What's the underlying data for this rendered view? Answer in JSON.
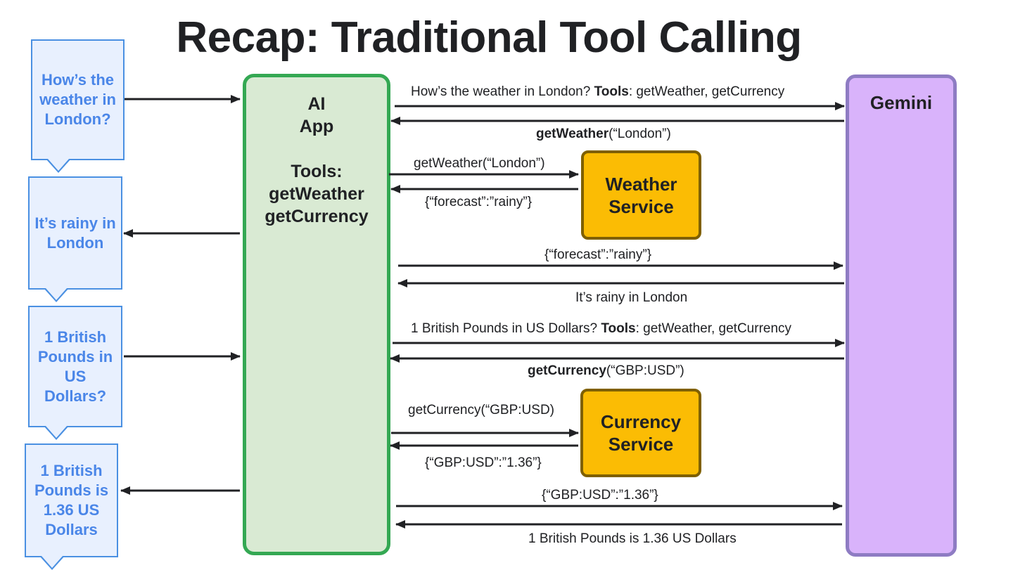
{
  "title": "Recap: Traditional Tool Calling",
  "user_bubbles": [
    {
      "text": "How’s the weather in London?"
    },
    {
      "text": "It’s rainy in London"
    },
    {
      "text": "1 British Pounds in US Dollars?"
    },
    {
      "text": "1 British Pounds is 1.36 US Dollars"
    }
  ],
  "app": {
    "line1": "AI",
    "line2": "App",
    "tools_heading": "Tools:",
    "tool1": "getWeather",
    "tool2": "getCurrency"
  },
  "gemini": {
    "label": "Gemini"
  },
  "weather_service": {
    "line1": "Weather",
    "line2": "Service"
  },
  "currency_service": {
    "line1": "Currency",
    "line2": "Service"
  },
  "messages": {
    "m1_text": "How’s the weather in London? ",
    "m1_bold": "Tools",
    "m1_rest": ": getWeather, getCurrency",
    "m2_bold": "getWeather",
    "m2_rest": "(“London”)",
    "m3": "getWeather(“London”)",
    "m4": "{“forecast”:”rainy”}",
    "m5": "{“forecast”:”rainy”}",
    "m6": "It’s rainy in London",
    "m7_text": "1 British Pounds in US Dollars? ",
    "m7_bold": "Tools",
    "m7_rest": ": getWeather, getCurrency",
    "m8_bold": "getCurrency",
    "m8_rest": "(“GBP:USD”)",
    "m9": "getCurrency(“GBP:USD)",
    "m10": "{“GBP:USD”:”1.36”}",
    "m11": "{“GBP:USD”:”1.36”}",
    "m12": "1 British Pounds is 1.36 US Dollars"
  },
  "colors": {
    "bubble_fill": "#e8f0fe",
    "bubble_border": "#4a90e2",
    "bubble_text": "#4a86e8",
    "app_fill": "#d9ead3",
    "app_border": "#34a853",
    "gemini_fill": "#d9b3fb",
    "gemini_border": "#8e7cc3",
    "service_fill": "#fbbc04",
    "service_border": "#7f6000",
    "arrow": "#202124"
  }
}
